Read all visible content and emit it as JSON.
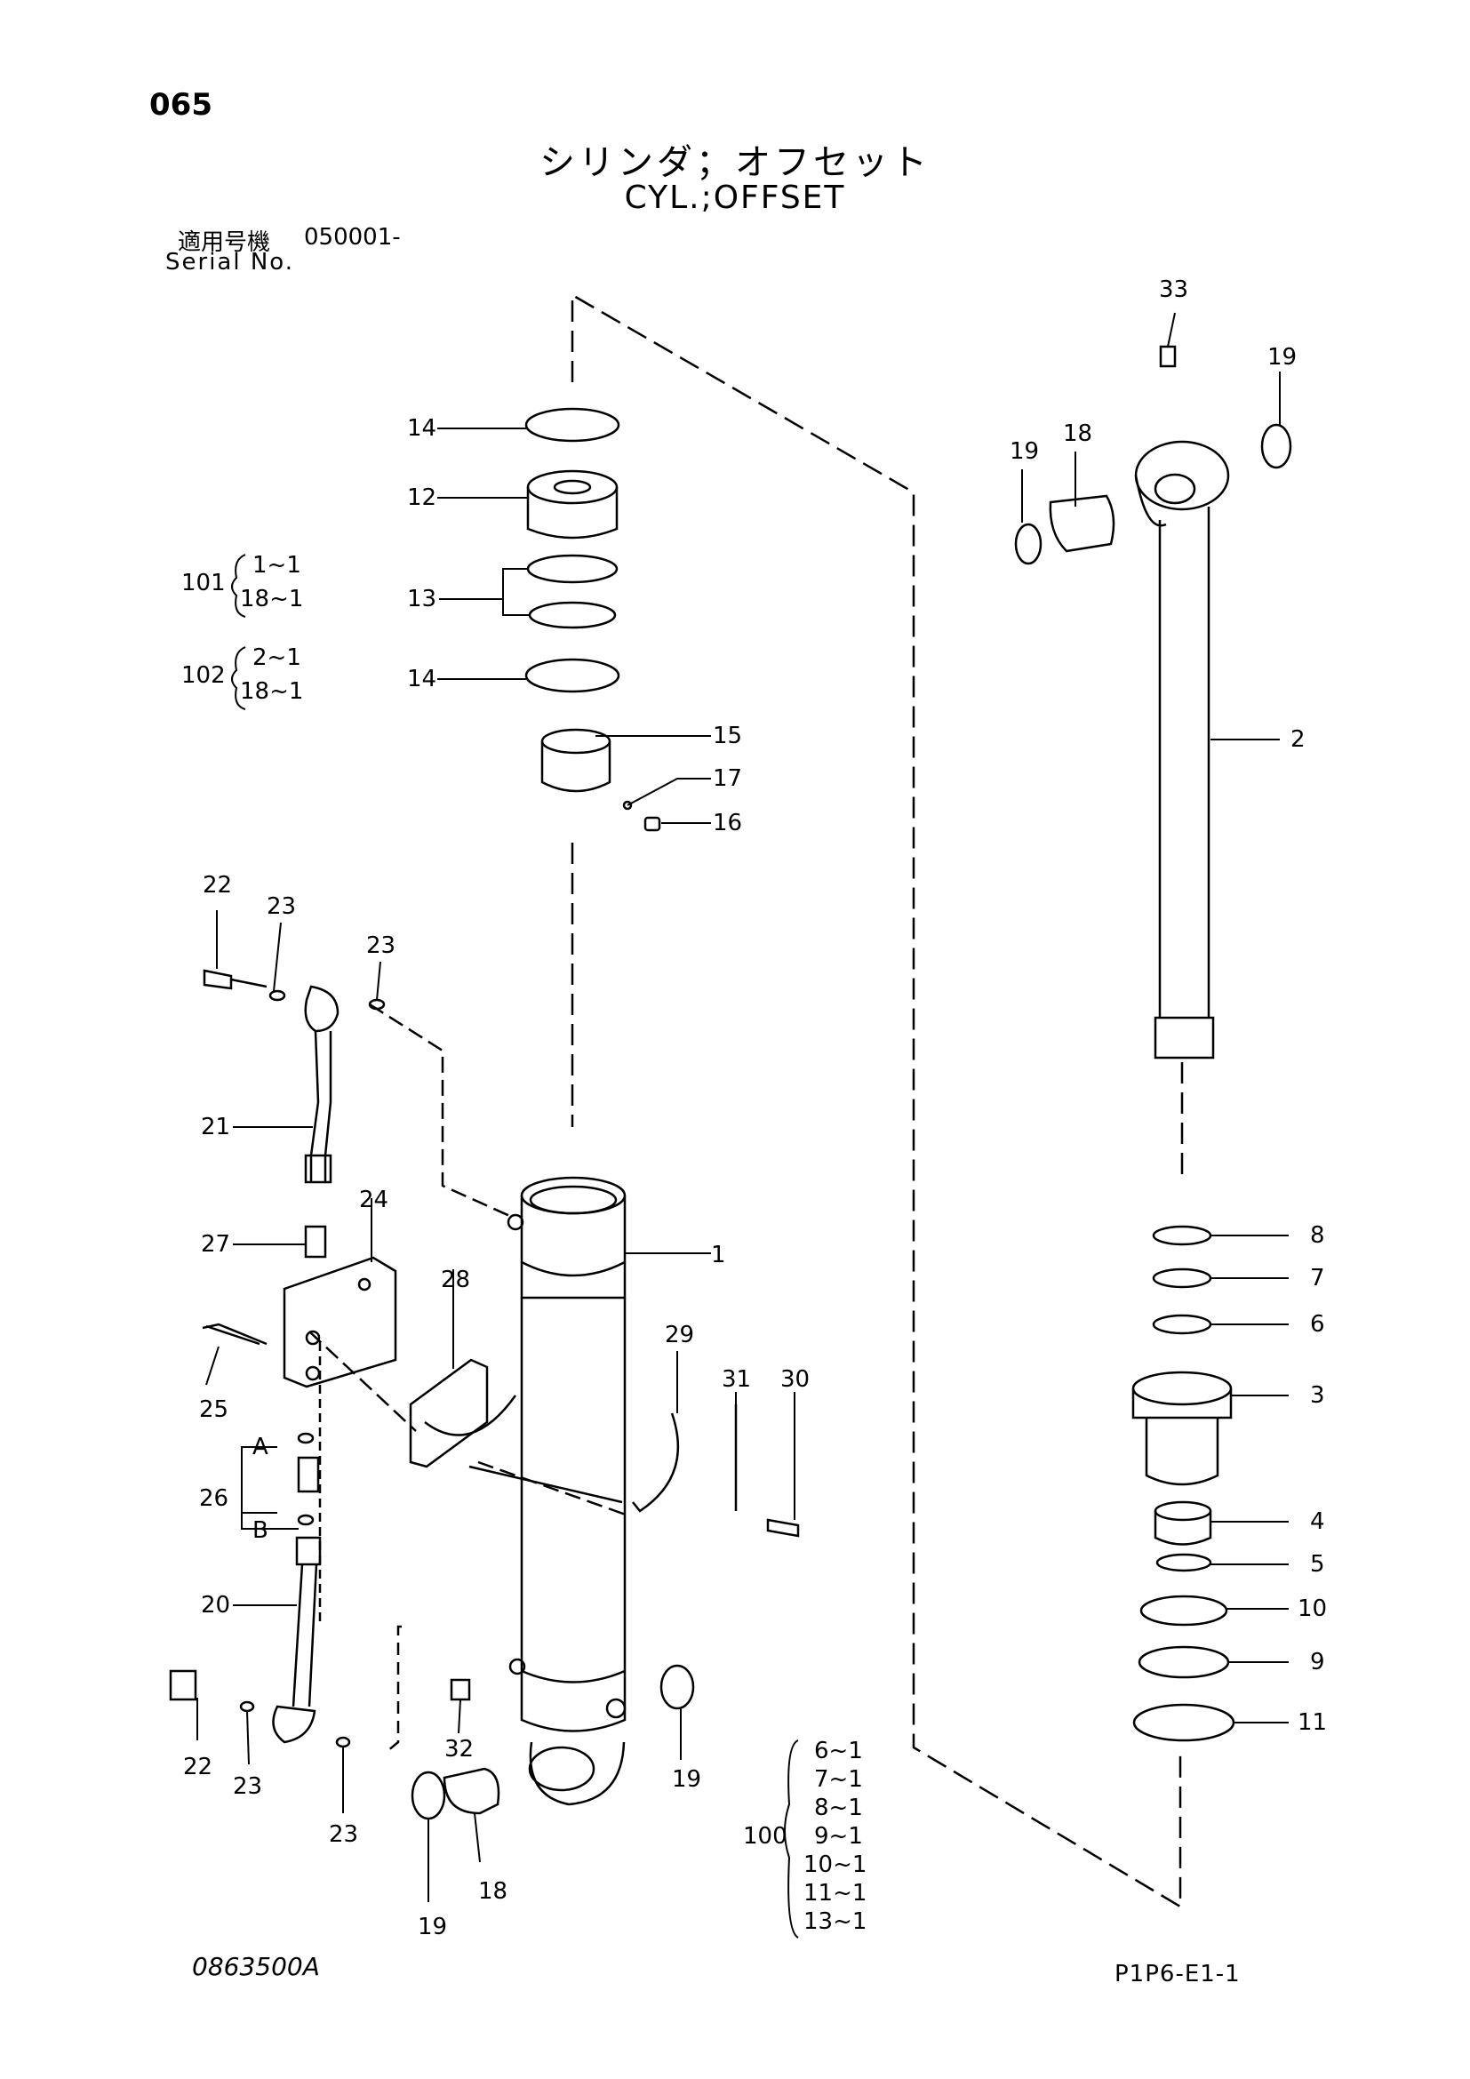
{
  "header": {
    "page_number": "065",
    "title_jp": "シリンダ；オフセット",
    "title_en": "CYL.;OFFSET",
    "serial_label_jp": "適用号機",
    "serial_code": "050001-",
    "serial_label_en": "Serial No."
  },
  "footer": {
    "drawing_number": "0863500A",
    "sheet_code": "P1P6-E1-1"
  },
  "callouts": {
    "c1": "1",
    "c2": "2",
    "c3": "3",
    "c4": "4",
    "c5": "5",
    "c6": "6",
    "c7": "7",
    "c8": "8",
    "c9": "9",
    "c10": "10",
    "c11": "11",
    "c12": "12",
    "c13": "13",
    "c14a": "14",
    "c14b": "14",
    "c15": "15",
    "c16": "16",
    "c17": "17",
    "c18a": "18",
    "c18b": "18",
    "c19a": "19",
    "c19b": "19",
    "c19c": "19",
    "c19d": "19",
    "c20": "20",
    "c21": "21",
    "c22a": "22",
    "c22b": "22",
    "c23a": "23",
    "c23b": "23",
    "c23c": "23",
    "c23d": "23",
    "c24": "24",
    "c25": "25",
    "c26": "26",
    "c27": "27",
    "c28": "28",
    "c29": "29",
    "c30": "30",
    "c31": "31",
    "c32": "32",
    "c33": "33"
  },
  "point_labels": {
    "a": "A",
    "b": "B"
  },
  "kits": {
    "k101": {
      "label": "101",
      "items": [
        "1~1",
        "18~1"
      ]
    },
    "k102": {
      "label": "102",
      "items": [
        "2~1",
        "18~1"
      ]
    },
    "k100": {
      "label": "100",
      "items": [
        "6~1",
        "7~1",
        "8~1",
        "9~1",
        "10~1",
        "11~1",
        "13~1"
      ]
    }
  }
}
